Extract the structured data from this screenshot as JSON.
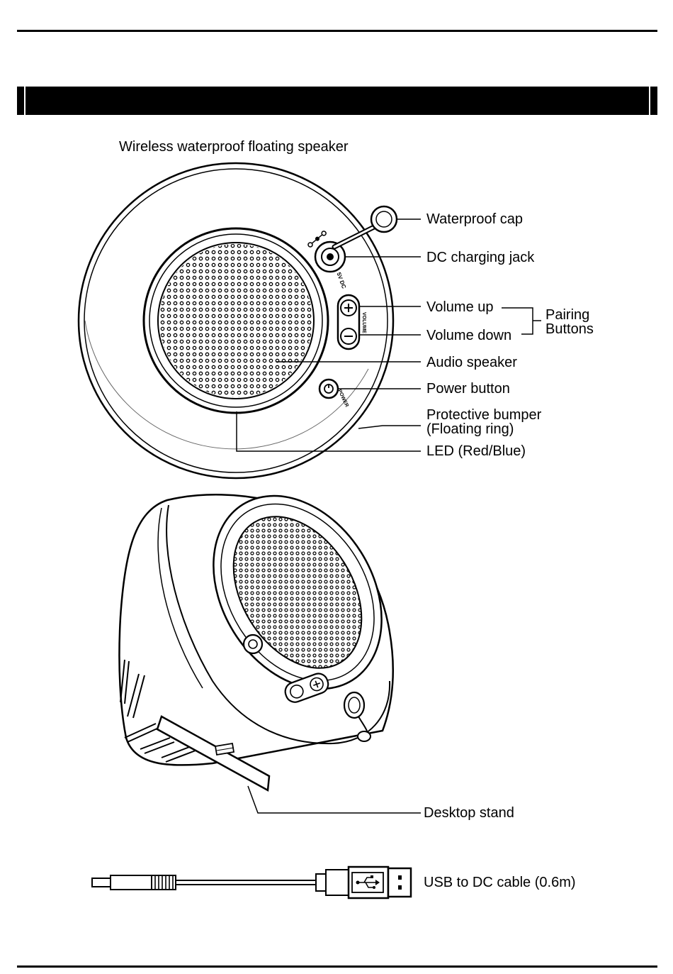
{
  "subtitle": "Wireless waterproof floating speaker",
  "callouts": {
    "waterproof_cap": "Waterproof cap",
    "dc_charging_jack": "DC charging jack",
    "volume_up": "Volume up",
    "volume_down": "Volume down",
    "pairing_line1": "Pairing",
    "pairing_line2": "Buttons",
    "audio_speaker": "Audio speaker",
    "power_button": "Power button",
    "bumper_line1": "Protective bumper",
    "bumper_line2": "(Floating ring)",
    "led": "LED (Red/Blue)",
    "desktop_stand": "Desktop stand",
    "usb_cable": "USB to DC cable (0.6m)"
  },
  "device_markings": {
    "volume": "VOLUME",
    "power": "POWER",
    "dc": "5V DC"
  }
}
